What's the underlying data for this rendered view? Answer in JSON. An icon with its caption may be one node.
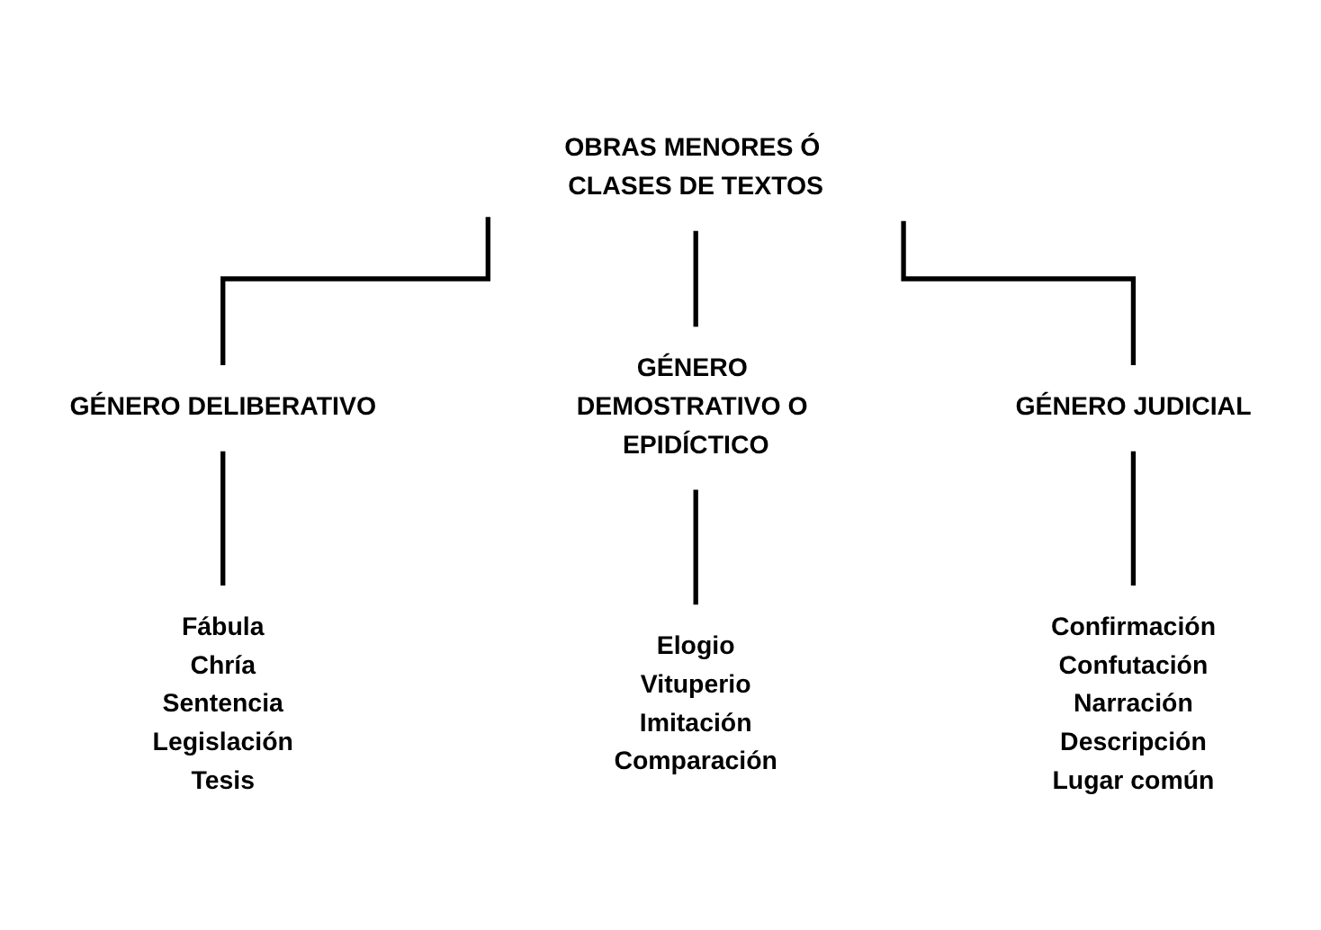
{
  "diagram": {
    "nodes": [
      {
        "text": [
          "OBRAS MENORES Ó CLASES DE TEXTOS"
        ]
      },
      {
        "text": [
          "GÉNERO DELIBERATIVO"
        ]
      },
      {
        "text": [
          "GÉNERO DEMOSTRATIVO O EPIDÍCTICO"
        ]
      },
      {
        "text": [
          "GÉNERO JUDICIAL"
        ]
      },
      {
        "text": [
          "Fábula",
          "Chría",
          "Sentencia",
          "Legislación",
          "Tesis"
        ]
      },
      {
        "text": [
          "Elogio",
          "Vituperio",
          "Imitación",
          "Comparación"
        ]
      },
      {
        "text": [
          "Confirmación",
          "Confutación",
          "Narración",
          "Descripción",
          "Lugar común"
        ]
      }
    ],
    "edges": [
      {
        "from": 0,
        "to": 1,
        "arrow": "none"
      },
      {
        "from": 0,
        "to": 2,
        "arrow": "none"
      },
      {
        "from": 0,
        "to": 3,
        "arrow": "none"
      },
      {
        "from": 1,
        "to": 4,
        "arrow": "none"
      },
      {
        "from": 2,
        "to": 5,
        "arrow": "none"
      },
      {
        "from": 3,
        "to": 6,
        "arrow": "none"
      }
    ]
  }
}
